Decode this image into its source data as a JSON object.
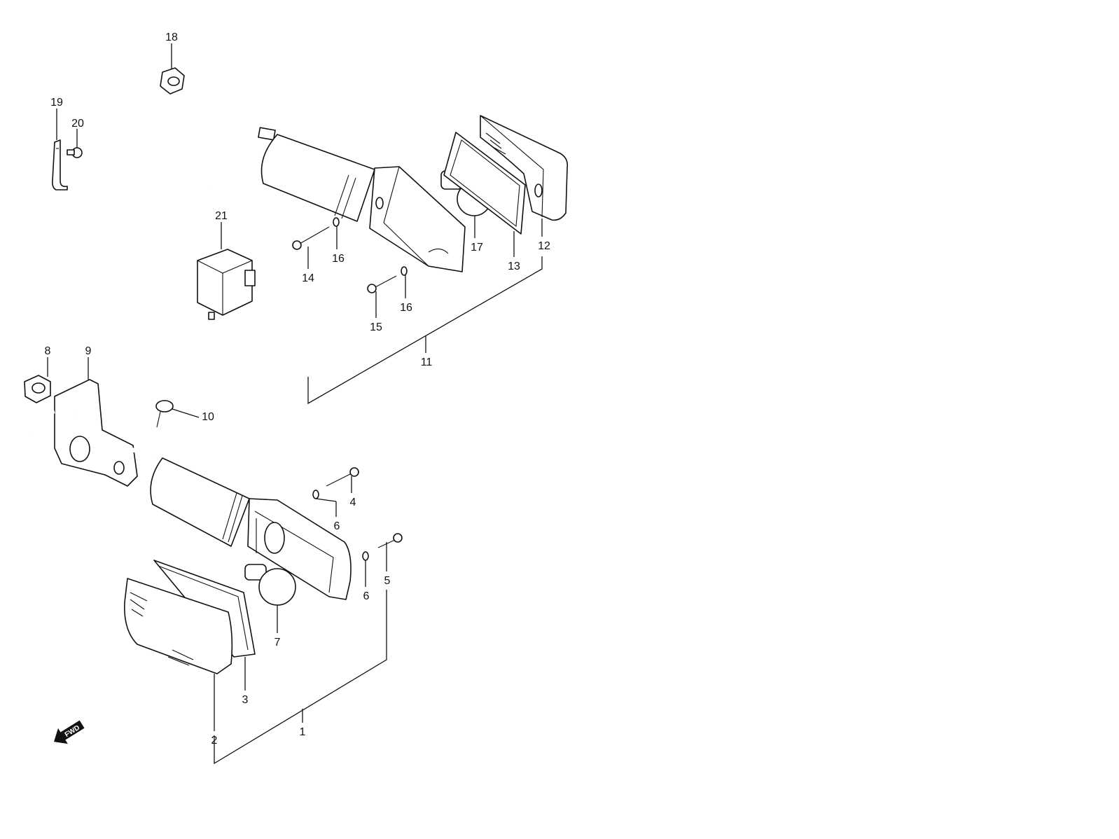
{
  "callouts": {
    "c1": "1",
    "c2": "2",
    "c3": "3",
    "c4": "4",
    "c5": "5",
    "c6a": "6",
    "c6b": "6",
    "c7": "7",
    "c8": "8",
    "c9": "9",
    "c10": "10",
    "c11": "11",
    "c12": "12",
    "c13": "13",
    "c14": "14",
    "c15": "15",
    "c16a": "16",
    "c16b": "16",
    "c17": "17",
    "c18": "18",
    "c19": "19",
    "c20": "20",
    "c21": "21"
  },
  "fwd_arrow": {
    "text": "FWD"
  },
  "colors": {
    "ink": "#111111",
    "background": "#ffffff"
  }
}
